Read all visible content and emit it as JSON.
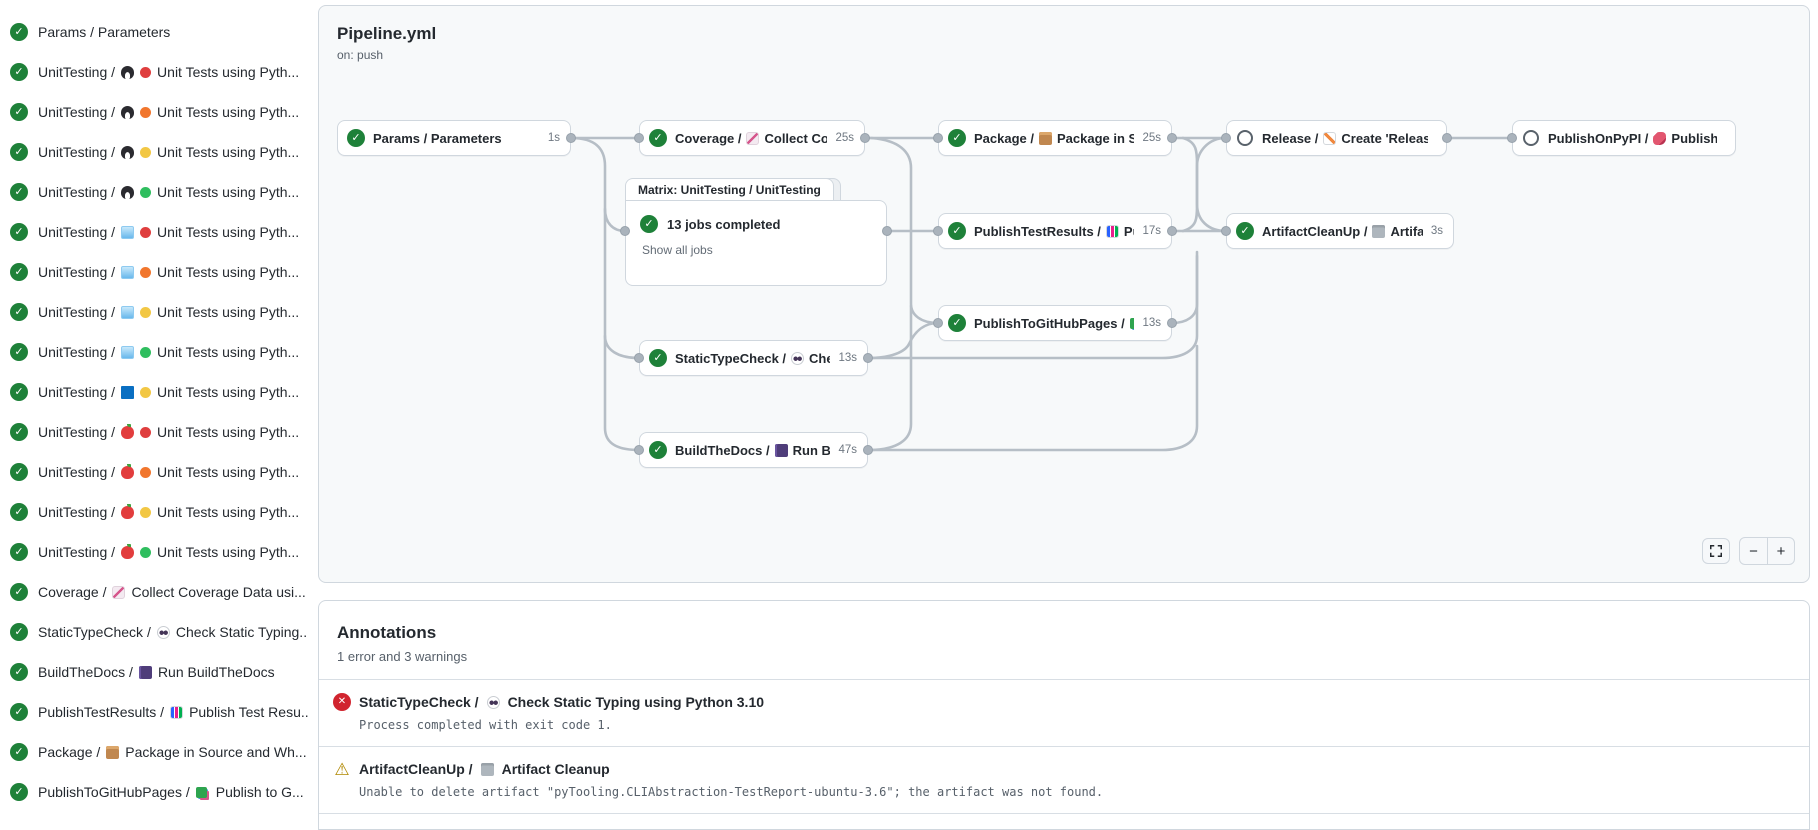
{
  "sidebar": {
    "items": [
      {
        "status": "success",
        "job": "Params / Parameters",
        "icon": null,
        "py": null,
        "name": ""
      },
      {
        "status": "success",
        "job": "UnitTesting /",
        "icon": "linux",
        "py": "red",
        "name": "Unit Tests using Pyth..."
      },
      {
        "status": "success",
        "job": "UnitTesting /",
        "icon": "linux",
        "py": "orange",
        "name": "Unit Tests using Pyth..."
      },
      {
        "status": "success",
        "job": "UnitTesting /",
        "icon": "linux",
        "py": "yellow",
        "name": "Unit Tests using Pyth..."
      },
      {
        "status": "success",
        "job": "UnitTesting /",
        "icon": "linux",
        "py": "green",
        "name": "Unit Tests using Pyth..."
      },
      {
        "status": "success",
        "job": "UnitTesting /",
        "icon": "freebsd",
        "py": "red",
        "name": "Unit Tests using Pyth..."
      },
      {
        "status": "success",
        "job": "UnitTesting /",
        "icon": "freebsd",
        "py": "orange",
        "name": "Unit Tests using Pyth..."
      },
      {
        "status": "success",
        "job": "UnitTesting /",
        "icon": "freebsd",
        "py": "yellow",
        "name": "Unit Tests using Pyth..."
      },
      {
        "status": "success",
        "job": "UnitTesting /",
        "icon": "freebsd",
        "py": "green",
        "name": "Unit Tests using Pyth..."
      },
      {
        "status": "success",
        "job": "UnitTesting /",
        "icon": "windows",
        "py": "yellow",
        "name": "Unit Tests using Pyth..."
      },
      {
        "status": "success",
        "job": "UnitTesting /",
        "icon": "macos",
        "py": "red",
        "name": "Unit Tests using Pyth..."
      },
      {
        "status": "success",
        "job": "UnitTesting /",
        "icon": "macos",
        "py": "orange",
        "name": "Unit Tests using Pyth..."
      },
      {
        "status": "success",
        "job": "UnitTesting /",
        "icon": "macos",
        "py": "yellow",
        "name": "Unit Tests using Pyth..."
      },
      {
        "status": "success",
        "job": "UnitTesting /",
        "icon": "macos",
        "py": "green",
        "name": "Unit Tests using Pyth..."
      },
      {
        "status": "success",
        "job": "Coverage /",
        "icon": "chart",
        "py": null,
        "name": "Collect Coverage Data usi..."
      },
      {
        "status": "success",
        "job": "StaticTypeCheck /",
        "icon": "eyes",
        "py": null,
        "name": "Check Static Typing..."
      },
      {
        "status": "success",
        "job": "BuildTheDocs /",
        "icon": "book",
        "py": null,
        "name": "Run BuildTheDocs"
      },
      {
        "status": "success",
        "job": "PublishTestResults /",
        "icon": "barchart",
        "py": null,
        "name": "Publish Test Resu..."
      },
      {
        "status": "success",
        "job": "Package /",
        "icon": "pkg",
        "py": null,
        "name": "Package in Source and Wh..."
      },
      {
        "status": "success",
        "job": "PublishToGitHubPages /",
        "icon": "layers",
        "py": null,
        "name": "Publish to G..."
      }
    ]
  },
  "pipeline": {
    "title": "Pipeline.yml",
    "trigger": "on: push",
    "nodes": [
      {
        "id": "params",
        "status": "success",
        "prefix": "Params / Parameters",
        "icon": null,
        "rest": "",
        "duration": "1s"
      },
      {
        "id": "coverage",
        "status": "success",
        "prefix": "Coverage /",
        "icon": "chart",
        "rest": "Collect Cove...",
        "duration": "25s"
      },
      {
        "id": "package",
        "status": "success",
        "prefix": "Package /",
        "icon": "pkg",
        "rest": "Package in So...",
        "duration": "25s"
      },
      {
        "id": "release",
        "status": "skipped",
        "prefix": "Release /",
        "icon": "memo",
        "rest": "Create 'Release P...",
        "duration": ""
      },
      {
        "id": "publish-on-pypi",
        "status": "skipped",
        "prefix": "PublishOnPyPI /",
        "icon": "rocket",
        "rest": "Publish to ...",
        "duration": ""
      },
      {
        "id": "publish-test-results",
        "status": "success",
        "prefix": "PublishTestResults /",
        "icon": "barchart",
        "rest": "Pu...",
        "duration": "17s"
      },
      {
        "id": "artifact-cleanup",
        "status": "success",
        "prefix": "ArtifactCleanUp /",
        "icon": "trash",
        "rest": "Artifac...",
        "duration": "3s"
      },
      {
        "id": "publish-to-github-pages",
        "status": "success",
        "prefix": "PublishToGitHubPages /",
        "icon": "layers",
        "rest": "...",
        "duration": "13s"
      },
      {
        "id": "static-type-check",
        "status": "success",
        "prefix": "StaticTypeCheck /",
        "icon": "eyes",
        "rest": "Chec...",
        "duration": "13s"
      },
      {
        "id": "build-the-docs",
        "status": "success",
        "prefix": "BuildTheDocs /",
        "icon": "book",
        "rest": "Run Buil...",
        "duration": "47s"
      }
    ],
    "matrix": {
      "tab": "Matrix: UnitTesting / UnitTesting",
      "status": "success",
      "summary": "13 jobs completed",
      "link": "Show all jobs"
    },
    "controls": {
      "zoom_out": "−",
      "zoom_in": "+"
    }
  },
  "annotations": {
    "title": "Annotations",
    "summary": "1 error and 3 warnings",
    "items": [
      {
        "type": "error",
        "job": "StaticTypeCheck /",
        "icon": "eyes",
        "title": "Check Static Typing using Python 3.10",
        "message": "Process completed with exit code 1."
      },
      {
        "type": "warning",
        "job": "ArtifactCleanUp /",
        "icon": "trash",
        "title": "Artifact Cleanup",
        "message": "Unable to delete artifact \"pyTooling.CLIAbstraction-TestReport-ubuntu-3.6\"; the artifact was not found."
      }
    ]
  }
}
